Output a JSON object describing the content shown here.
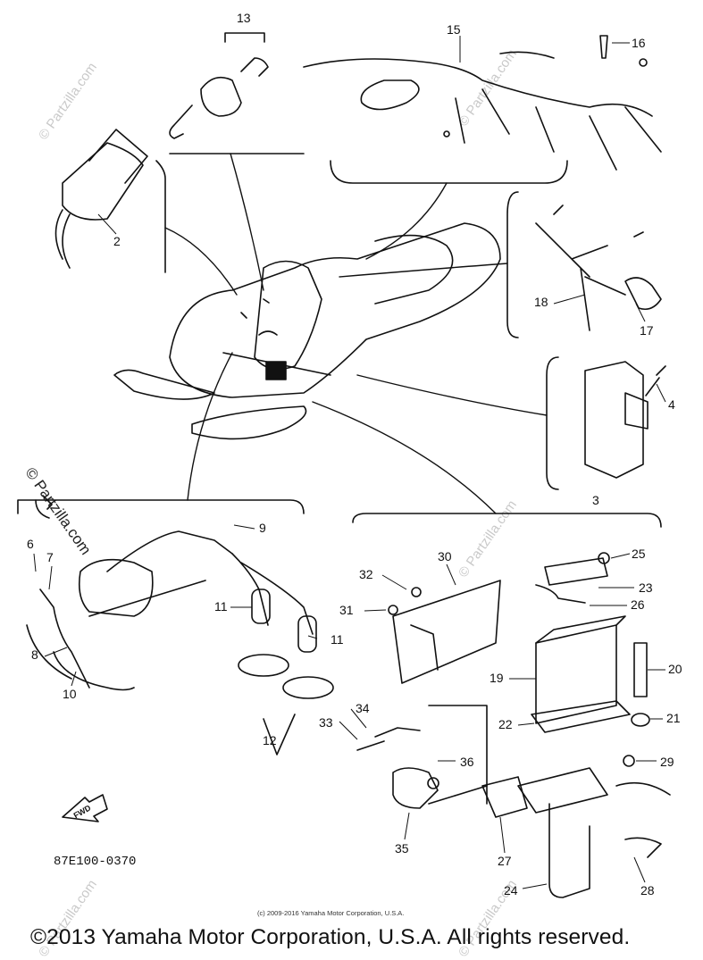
{
  "diagram": {
    "part_labels": [
      {
        "id": "13",
        "text": "13"
      },
      {
        "id": "15",
        "text": "15"
      },
      {
        "id": "16",
        "text": "16"
      },
      {
        "id": "2",
        "text": "2"
      },
      {
        "id": "18",
        "text": "18"
      },
      {
        "id": "17",
        "text": "17"
      },
      {
        "id": "4",
        "text": "4"
      },
      {
        "id": "3",
        "text": "3"
      },
      {
        "id": "9",
        "text": "9"
      },
      {
        "id": "6",
        "text": "6"
      },
      {
        "id": "7",
        "text": "7"
      },
      {
        "id": "8",
        "text": "8"
      },
      {
        "id": "10",
        "text": "10"
      },
      {
        "id": "11a",
        "text": "11"
      },
      {
        "id": "11b",
        "text": "11"
      },
      {
        "id": "12",
        "text": "12"
      },
      {
        "id": "30",
        "text": "30"
      },
      {
        "id": "32",
        "text": "32"
      },
      {
        "id": "31",
        "text": "31"
      },
      {
        "id": "25",
        "text": "25"
      },
      {
        "id": "23",
        "text": "23"
      },
      {
        "id": "26",
        "text": "26"
      },
      {
        "id": "19",
        "text": "19"
      },
      {
        "id": "20",
        "text": "20"
      },
      {
        "id": "22",
        "text": "22"
      },
      {
        "id": "21",
        "text": "21"
      },
      {
        "id": "34",
        "text": "34"
      },
      {
        "id": "33",
        "text": "33"
      },
      {
        "id": "36",
        "text": "36"
      },
      {
        "id": "29",
        "text": "29"
      },
      {
        "id": "35",
        "text": "35"
      },
      {
        "id": "27",
        "text": "27"
      },
      {
        "id": "24",
        "text": "24"
      },
      {
        "id": "28",
        "text": "28"
      }
    ],
    "fwd_label": "FWD",
    "diagram_code": "87E100-0370",
    "small_copyright": "(c) 2009-2016 Yamaha Motor Corporation, U.S.A.",
    "copyright": "©2013 Yamaha Motor Corporation, U.S.A. All rights reserved.",
    "watermarks": [
      "© Partzilla.com",
      "© Partzilla.com",
      "© Partzilla.com",
      "© Partzilla.com",
      "© Partzilla.com",
      "© Partzilla.com"
    ]
  }
}
